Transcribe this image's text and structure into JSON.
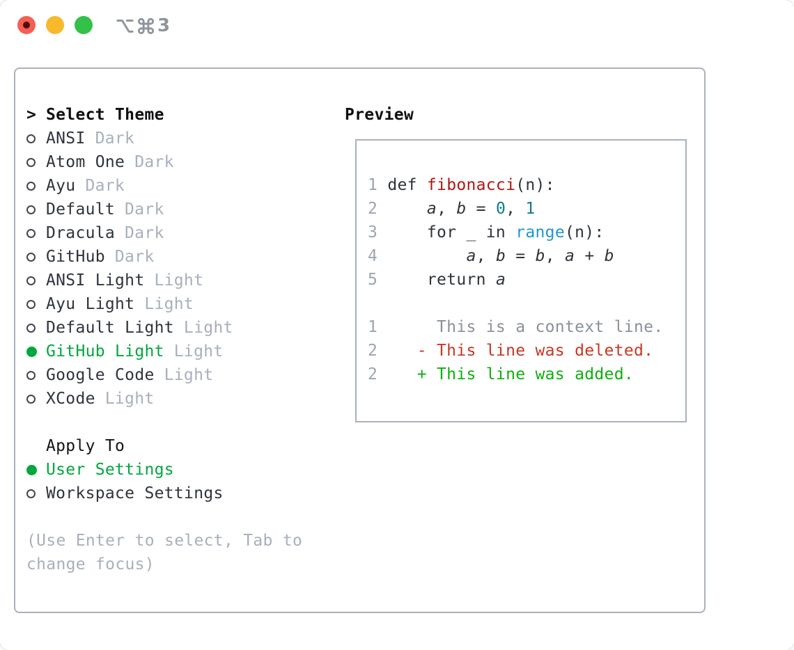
{
  "titlebar": {
    "title": "⌥⌘3",
    "title_number": "3"
  },
  "sidebar": {
    "header": {
      "marker": ">",
      "label": "Select Theme"
    },
    "themes": [
      {
        "name": "ANSI",
        "variant": "Dark",
        "selected": false
      },
      {
        "name": "Atom One",
        "variant": "Dark",
        "selected": false
      },
      {
        "name": "Ayu",
        "variant": "Dark",
        "selected": false
      },
      {
        "name": "Default",
        "variant": "Dark",
        "selected": false
      },
      {
        "name": "Dracula",
        "variant": "Dark",
        "selected": false
      },
      {
        "name": "GitHub",
        "variant": "Dark",
        "selected": false
      },
      {
        "name": "ANSI Light",
        "variant": "Light",
        "selected": false
      },
      {
        "name": "Ayu Light",
        "variant": "Light",
        "selected": false
      },
      {
        "name": "Default Light",
        "variant": "Light",
        "selected": false
      },
      {
        "name": "GitHub Light",
        "variant": "Light",
        "selected": true
      },
      {
        "name": "Google Code",
        "variant": "Light",
        "selected": false
      },
      {
        "name": "XCode",
        "variant": "Light",
        "selected": false
      }
    ],
    "apply_to": {
      "heading": "Apply To",
      "options": [
        {
          "name": "User Settings",
          "selected": true
        },
        {
          "name": "Workspace Settings",
          "selected": false
        }
      ]
    },
    "hint_lines": [
      "(Use Enter to select, Tab to",
      "change focus)"
    ]
  },
  "preview": {
    "heading": "Preview",
    "code_lines": [
      {
        "num": "1",
        "segments": [
          {
            "t": "def ",
            "s": "plain"
          },
          {
            "t": "fibonacci",
            "s": "fn"
          },
          {
            "t": "(n):",
            "s": "plain"
          }
        ]
      },
      {
        "num": "2",
        "segments": [
          {
            "t": "    ",
            "s": "plain"
          },
          {
            "t": "a",
            "s": "var"
          },
          {
            "t": ", ",
            "s": "plain"
          },
          {
            "t": "b",
            "s": "var"
          },
          {
            "t": " = ",
            "s": "plain"
          },
          {
            "t": "0",
            "s": "num"
          },
          {
            "t": ", ",
            "s": "plain"
          },
          {
            "t": "1",
            "s": "num"
          }
        ]
      },
      {
        "num": "3",
        "segments": [
          {
            "t": "    for _ in ",
            "s": "plain"
          },
          {
            "t": "range",
            "s": "builtin"
          },
          {
            "t": "(n):",
            "s": "plain"
          }
        ]
      },
      {
        "num": "4",
        "segments": [
          {
            "t": "        ",
            "s": "plain"
          },
          {
            "t": "a",
            "s": "var"
          },
          {
            "t": ", ",
            "s": "plain"
          },
          {
            "t": "b",
            "s": "var"
          },
          {
            "t": " = ",
            "s": "plain"
          },
          {
            "t": "b",
            "s": "var"
          },
          {
            "t": ", ",
            "s": "plain"
          },
          {
            "t": "a",
            "s": "var"
          },
          {
            "t": " + ",
            "s": "plain"
          },
          {
            "t": "b",
            "s": "var"
          }
        ]
      },
      {
        "num": "5",
        "segments": [
          {
            "t": "    return ",
            "s": "plain"
          },
          {
            "t": "a",
            "s": "var"
          }
        ]
      }
    ],
    "diff_lines": [
      {
        "num": "1",
        "text": "      This is a context line.",
        "style": "ctx"
      },
      {
        "num": "2",
        "text": "    - This line was deleted.",
        "style": "del"
      },
      {
        "num": "2",
        "text": "    + This line was added.",
        "style": "add"
      }
    ]
  },
  "colors": {
    "panel_border": "#a9b1bb",
    "text_dark": "#2e343c",
    "header_text": "#0d0f12",
    "muted": "#a7b0bd",
    "selected_green": "#00a73e",
    "radio_outline": "#3e464f",
    "line_num": "#9aa5b4",
    "code_plain": "#2e343c",
    "code_fn": "#ad1812",
    "code_num": "#0d7d8a",
    "code_builtin": "#1e97d2",
    "diff_ctx": "#8a9199",
    "diff_del": "#c73723",
    "diff_add": "#0db00d",
    "titlebar_text": "#8f959d",
    "traffic_red": "#f75e53",
    "traffic_red_dot": "#4d0f0b",
    "traffic_yellow": "#f7ba2d",
    "traffic_green": "#33c149"
  }
}
